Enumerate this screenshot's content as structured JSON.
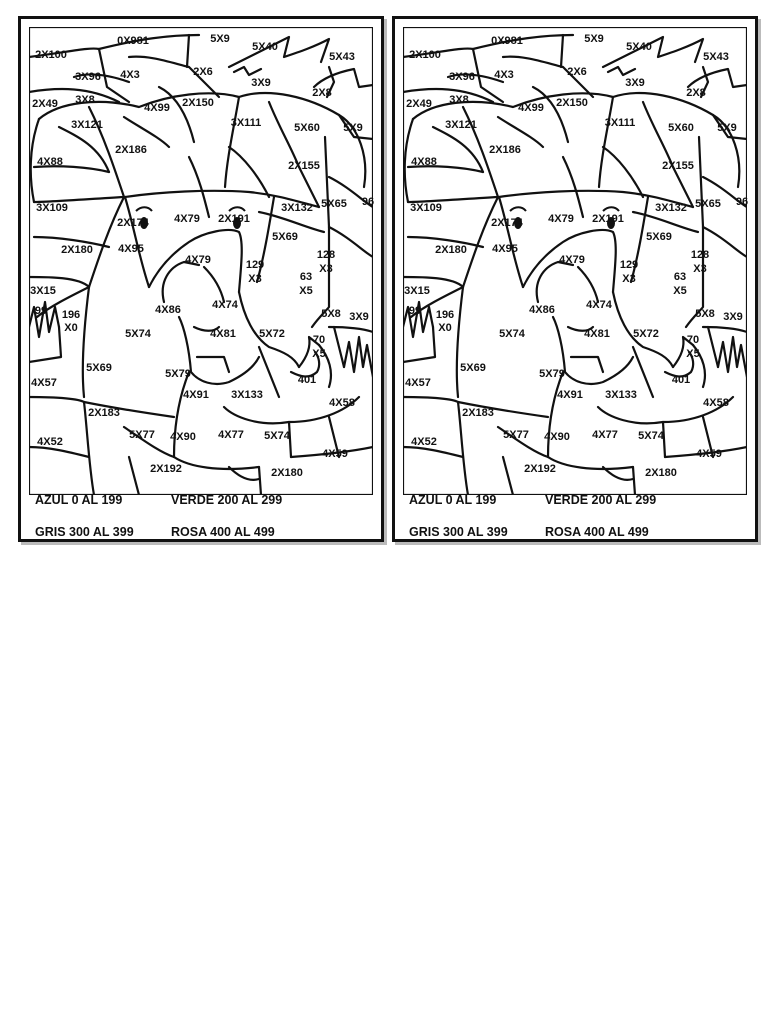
{
  "sheets": [
    {
      "labels": [
        "0X981",
        "5X9",
        "2X100",
        "5X40",
        "5X43",
        "3X96",
        "4X3",
        "2X6",
        "3X9",
        "2X49",
        "3X8",
        "4X99",
        "2X150",
        "2X8",
        "3X121",
        "3X111",
        "5X60",
        "5X9",
        "2X186",
        "4X88",
        "2X155",
        "3X109",
        "2X174",
        "4X79",
        "2X191",
        "3X132",
        "5X65",
        "96",
        "5X69",
        "2X180",
        "4X95",
        "4X79",
        "129",
        "X3",
        "128",
        "X3",
        "3X15",
        "63",
        "X5",
        "99",
        "196",
        "X0",
        "4X86",
        "4X74",
        "5X8",
        "3X9",
        "4X81",
        "5X74",
        "5X72",
        "70",
        "X5",
        "5X69",
        "5X79",
        "401",
        "4X57",
        "4X91",
        "3X133",
        "2X183",
        "4X58",
        "5X77",
        "4X90",
        "4X77",
        "5X74",
        "4X52",
        "4X59",
        "2X192",
        "2X180"
      ],
      "key": {
        "blue": "AZUL 0 AL 199",
        "green": "VERDE 200 AL 299",
        "gray": "GRIS 300 AL 399",
        "pink": "ROSA 400 AL 499"
      }
    },
    {
      "labels": [
        "0X981",
        "5X9",
        "2X100",
        "5X40",
        "5X43",
        "3X96",
        "4X3",
        "2X6",
        "3X9",
        "2X49",
        "3X8",
        "4X99",
        "2X150",
        "2X8",
        "3X121",
        "3X111",
        "5X60",
        "5X9",
        "2X186",
        "4X88",
        "2X155",
        "3X109",
        "2X174",
        "4X79",
        "2X191",
        "3X132",
        "5X65",
        "96",
        "5X69",
        "2X180",
        "4X95",
        "4X79",
        "129",
        "X3",
        "128",
        "X3",
        "3X15",
        "63",
        "X5",
        "99",
        "196",
        "X0",
        "4X86",
        "4X74",
        "5X8",
        "3X9",
        "4X81",
        "5X74",
        "5X72",
        "70",
        "X5",
        "5X69",
        "5X79",
        "401",
        "4X57",
        "4X91",
        "3X133",
        "2X183",
        "4X58",
        "5X77",
        "4X90",
        "4X77",
        "5X74",
        "4X52",
        "4X59",
        "2X192",
        "2X180"
      ],
      "key": {
        "blue": "AZUL 0 AL 199",
        "green": "VERDE 200 AL 299",
        "gray": "GRIS 300 AL 399",
        "pink": "ROSA 400 AL 499"
      }
    }
  ]
}
